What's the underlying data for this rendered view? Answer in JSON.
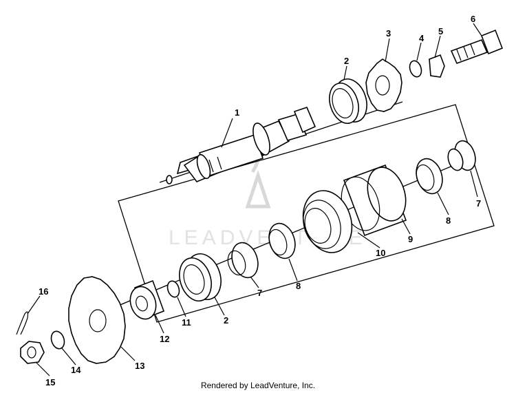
{
  "diagram": {
    "callouts": [
      "1",
      "2",
      "3",
      "4",
      "5",
      "6",
      "2",
      "7",
      "8",
      "9",
      "10",
      "8",
      "7",
      "16",
      "11",
      "2",
      "12",
      "13",
      "14",
      "15"
    ]
  },
  "watermark": {
    "text": "LEADVENTURE"
  },
  "footer": {
    "text": "Rendered by LeadVenture, Inc."
  }
}
